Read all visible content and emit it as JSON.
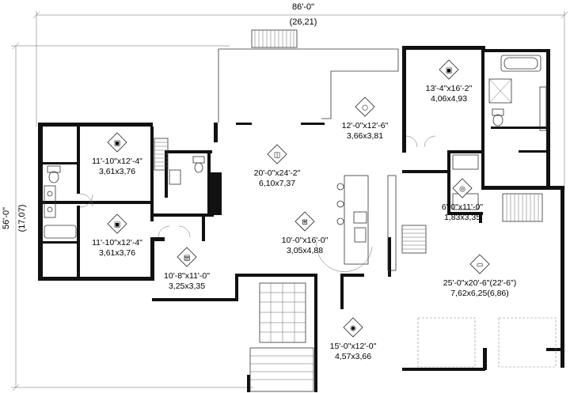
{
  "overall_width": {
    "imperial": "86'-0\"",
    "metric": "(26,21)"
  },
  "overall_depth": {
    "imperial": "56'-0\"",
    "metric": "(17,07)"
  },
  "rooms": [
    {
      "key": "bedroom-1",
      "icon": "bed-icon",
      "imperial": "11'-10\"x12'-4\"",
      "metric": "3,61x3,76"
    },
    {
      "key": "bedroom-2",
      "icon": "bed-icon",
      "imperial": "11'-10\"x12'-4\"",
      "metric": "3,61x3,76"
    },
    {
      "key": "master-bedroom",
      "icon": "bed-icon",
      "imperial": "13'-4\"x16'-2\"",
      "metric": "4,06x4,93"
    },
    {
      "key": "living-room",
      "icon": "sofa-icon",
      "imperial": "20'-0\"x24'-2\"",
      "metric": "6,10x7,37"
    },
    {
      "key": "dining-room",
      "icon": "table-icon",
      "imperial": "12'-0\"x12'-6\"",
      "metric": "3,66x3,81"
    },
    {
      "key": "kitchen",
      "icon": "stove-icon",
      "imperial": "10'-0\"x16'-0\"",
      "metric": "3,05x4,88"
    },
    {
      "key": "office",
      "icon": "desk-icon",
      "imperial": "10'-8\"x11'-0\"",
      "metric": "3,25x3,35"
    },
    {
      "key": "laundry",
      "icon": "washer-icon",
      "imperial": "6'-0\"x11'-0\"",
      "metric": "1,83x3,35"
    },
    {
      "key": "garage",
      "icon": "car-icon",
      "imperial": "25'-0\"x20'-6\"(22'-6\")",
      "metric": "7,62x6,25(6,86)"
    },
    {
      "key": "porch",
      "icon": "bench-icon",
      "imperial": "15'-0\"x12'-0\"",
      "metric": "4,57x3,66"
    }
  ]
}
